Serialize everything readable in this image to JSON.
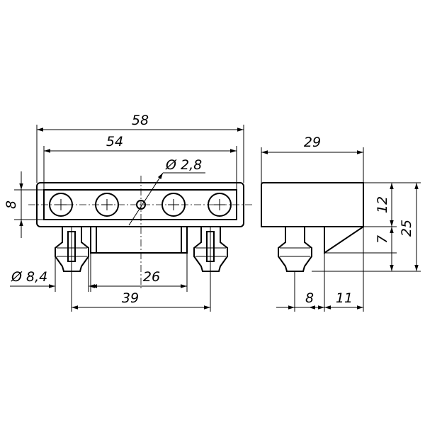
{
  "drawing": {
    "front_view": {
      "overall_width": "58",
      "hole_span": "54",
      "small_hole_diameter": "Ø 2,8",
      "height": "8",
      "pin_diameter": "Ø 8,4",
      "inner_width": "26",
      "pin_spacing": "39"
    },
    "side_view": {
      "width": "29",
      "top_height": "12",
      "lower_height": "7",
      "total_height": "25",
      "pin_width": "8",
      "slope_width": "11"
    }
  }
}
